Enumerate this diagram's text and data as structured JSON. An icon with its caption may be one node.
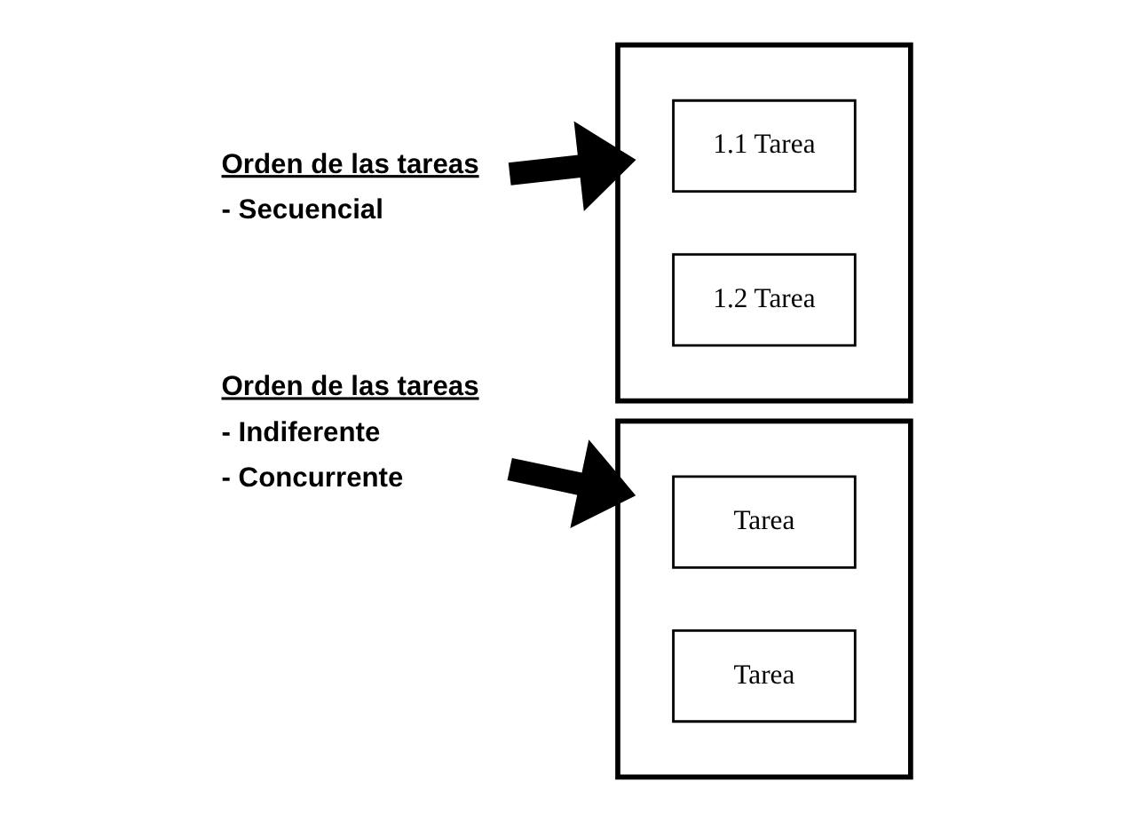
{
  "diagram": {
    "nodes": [
      {
        "text": [
          "Orden de las tareas",
          "- Secuencial"
        ]
      },
      {
        "text": [],
        "shape": "box"
      },
      {
        "text": [
          "1.1 Tarea"
        ],
        "in": 1
      },
      {
        "text": [
          "1.2 Tarea"
        ],
        "in": 1
      },
      {
        "text": [
          "Orden de las tareas",
          "- Indiferente",
          "- Concurrente"
        ]
      },
      {
        "text": [],
        "shape": "box"
      },
      {
        "text": [
          "Tarea"
        ],
        "in": 5
      },
      {
        "text": [
          "Tarea"
        ],
        "in": 5
      }
    ],
    "edges": [
      {
        "from": 0,
        "to": 1,
        "arrow": "to"
      },
      {
        "from": 4,
        "to": 5,
        "arrow": "to"
      }
    ]
  }
}
